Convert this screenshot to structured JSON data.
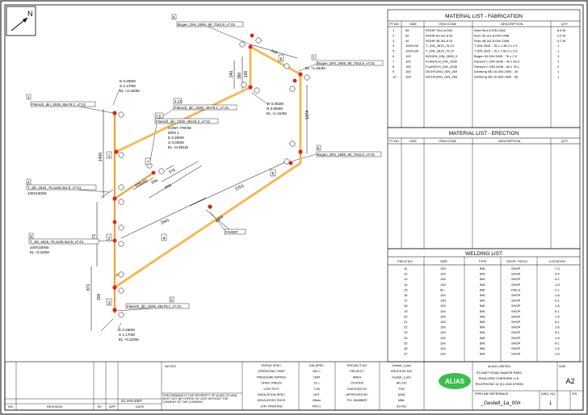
{
  "drawing": {
    "north_label": "N",
    "tags": [
      {
        "text": "Bogen_DIN_2605_90_70x2,9_v7.01",
        "num": "6"
      },
      {
        "text": "Bogen_DIN_2605_90_70x2,9_v7.01",
        "num": "7"
      },
      {
        "text": "Flansch_din_2635_40x78,1_v7.01",
        "num": "3 13"
      },
      {
        "text": "Flansch_din_2635_65x76,1_v7.01",
        "num": "1"
      },
      {
        "text": "Flansch_din_2635_40x43,3_v7.01",
        "num": "7 6"
      },
      {
        "text": "Bogen_DIN_2605_90_70x2,9_v7.01",
        "num": "5"
      },
      {
        "text": "T_din_2615_76,1x60,3x2,9_v7.01",
        "num": "4"
      },
      {
        "text": "T_din_2615_76,1x60,3x2,9_v7.01",
        "num": "3"
      },
      {
        "text": "Flansch_din_2635_65x78,1_v7.01",
        "num": "2"
      },
      {
        "text": "FAH007",
        "num": ""
      }
    ],
    "reducer_4": "100X100NS",
    "reducer_3": "100X100NS",
    "elevations": {
      "top_left": [
        "E 0.260M",
        "S 1.170M",
        "EL +2.320M"
      ],
      "north": [
        "W 0.053M",
        "N 3.893M",
        "EL +1.344M"
      ],
      "east": "EL +1.564M",
      "cont": [
        "CONT. FROM",
        "DRG 1",
        "E 0.260M",
        "S 0.000M",
        "EL +0.691M"
      ],
      "bottom": [
        "E 0.260M",
        "S 1.170M",
        "EL +0.220M"
      ],
      "low_left": "EL +0.220M"
    },
    "dims": [
      "1400",
      "871",
      "871",
      "200",
      "2661",
      "2253",
      "1374",
      "380",
      "319",
      "240",
      "100",
      "100x60",
      "266",
      "575",
      "606",
      "4863"
    ],
    "pipe_numbers": [
      "1",
      "2",
      "3",
      "4",
      "5",
      "6",
      "7"
    ]
  },
  "fabrication": {
    "title": "MATERIAL LIST - FABRICATION",
    "headers": [
      "PT.NO",
      "SIZE",
      "ITEM CODE",
      "DESCRIPTION",
      "QTY"
    ],
    "rows": [
      [
        "1",
        "65",
        "ROHR 76x1,8 DIN",
        "Rohr76x1,8 DIN 2458",
        "6.6 M"
      ],
      [
        "2",
        "50",
        "ROHR 60,3x1,8 DI",
        "Rohr 60,3x1,8 DIN 2458",
        "2.6 M"
      ],
      [
        "3",
        "40",
        "ROHR 48,3x1,8 DI",
        "Rohr 48,3x1,8 DIN 2458",
        "0.2 M"
      ],
      [
        "4",
        "100X100",
        "T_DIN_2615_76.1X",
        "T DIN 2615 - 76.1 x 48.3 x 2.9",
        "1"
      ],
      [
        "5",
        "100X100",
        "T_DIN_2615_76.1X",
        "T DIN 2615 - 76.1 x 60.3 x 2.9",
        "1"
      ],
      [
        "6",
        "100",
        "BOGEN_DIN_2605_9",
        "Bogen 90 DIN 2605 - 76 x 2.9",
        "3"
      ],
      [
        "7",
        "100",
        "FLANSCH_DIN_2635",
        "Flansch C DIN 2635 - 40 x 48.3",
        "1"
      ],
      [
        "8",
        "100",
        "FLANSCH_DIN_2635",
        "Flansch C DIN 2635 - 65 x 76.1",
        "2"
      ],
      [
        "9",
        "100",
        "DICHTUNG_DIN_269",
        "Dichtung ND 16 DIN 2690 - 40",
        "1"
      ],
      [
        "10",
        "100",
        "DICHTUNG_DIN_269",
        "Dichtung ND 16 DIN 2690 - 65",
        "1"
      ]
    ]
  },
  "erection": {
    "title": "MATERIAL LIST - ERECTION",
    "headers": [
      "PT.NO",
      "SIZE",
      "ITEM CODE",
      "DESCRIPTION",
      "QTY"
    ]
  },
  "welding": {
    "title": "WELDING LIST",
    "headers": [
      "FIELD NO.",
      "SIZE",
      "TYPE",
      "SHOP / FIELD",
      "LOCATION"
    ],
    "rows": [
      [
        "11",
        "100",
        "BW",
        "SHOP",
        "7-3"
      ],
      [
        "12",
        "100",
        "BW",
        "SHOP",
        "3-4"
      ],
      [
        "13",
        "100",
        "BW",
        "SHOP",
        "4-1"
      ],
      [
        "14",
        "100",
        "BW",
        "SHOP",
        "1-5"
      ],
      [
        "15",
        "50",
        "BW",
        "FIELD",
        "2-1"
      ],
      [
        "16",
        "100",
        "BW",
        "SHOP",
        "1-6"
      ],
      [
        "17",
        "100",
        "BW",
        "SHOP",
        "6-1"
      ],
      [
        "18",
        "100",
        "BW",
        "SHOP",
        "1-6"
      ],
      [
        "19",
        "100",
        "BW",
        "SHOP",
        "6-1"
      ],
      [
        "20",
        "100",
        "BW",
        "SHOP",
        "1-5"
      ],
      [
        "21",
        "100",
        "BW",
        "SHOP",
        "6-1"
      ],
      [
        "22",
        "100",
        "BW",
        "SHOP",
        "1-6"
      ],
      [
        "23",
        "100",
        "BW",
        "SHOP",
        "5-1"
      ],
      [
        "24",
        "100",
        "BW",
        "SHOP",
        "1-6"
      ],
      [
        "25",
        "100",
        "BW",
        "SHOP",
        "6-1"
      ],
      [
        "26",
        "100",
        "BW",
        "SHOP",
        "1-5"
      ],
      [
        "27",
        "100",
        "BW",
        "SHOP",
        "1-6"
      ]
    ]
  },
  "titleblock": {
    "rev_headers": [
      "NO.",
      "REVISION",
      "BY",
      "APP",
      "DATE"
    ],
    "date": "22 JAN 2007",
    "notes_label": "NOTES",
    "copyright": "THIS DRAWING IS THE PROPERTY OF ALIAS LTD AND MUST NOT BE COPIED OR LENT WITHOUT THE CONSENT OF THE COMPANY",
    "spec_rows": [
      [
        "PIPING SPEC",
        "DIN-SPEC"
      ],
      [
        "OPERATING TEMP",
        "200 C"
      ],
      [
        "PRESSURE RATING",
        "150#"
      ],
      [
        "OPER. PRESS",
        "10 L"
      ],
      [
        "COR TEXT",
        "T-50"
      ],
      [
        "INSULATION SPEC",
        "NOT"
      ],
      [
        "INSULATION THICK",
        "25mm"
      ],
      [
        "STR. PAINTING",
        "PNT.1"
      ]
    ],
    "proj_rows": [
      [
        "PROJECT NO",
        "Gestell_1.pim"
      ],
      [
        "PROJECT",
        "PROCESS 502"
      ],
      [
        "AREA",
        "Gestell_1.pim"
      ],
      [
        "SYSTEM",
        "AR-102"
      ],
      [
        "CHECKED BY",
        "TGR"
      ],
      [
        "APPROVED BY",
        "MJM"
      ],
      [
        "P.D. NUMBER",
        "MML"
      ],
      [
        "",
        "SS-002"
      ]
    ],
    "logo": "ALIAS",
    "company": [
      "ALIAS LIMITED",
      "STUART ROAD MANOR PARK",
      "RUNCORN CHESHIRE U.K.",
      "TELEPHONE 44 (0) 1928 579591"
    ],
    "size_label": "SIZE",
    "size": "A2",
    "piping_ref_label": "PIPELINE REFERENCE",
    "piping_ref": "_Gestell_1a_00#",
    "dwg_no_label": "DWG. NO.",
    "dwg_no": "1",
    "iss_label": "ISS."
  }
}
